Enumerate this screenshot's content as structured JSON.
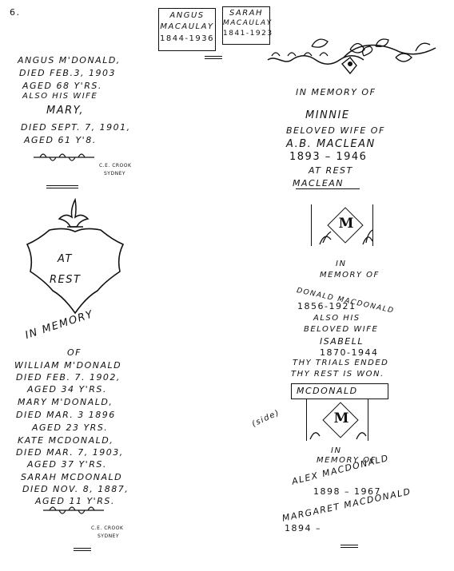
{
  "page_number": "6.",
  "top_plaques": {
    "left": {
      "line1": "Angus",
      "line2": "MacAulay",
      "line3": "1844-1936"
    },
    "right": {
      "line1": "Sarah",
      "line2": "MacAulay",
      "line3": "1841-1923"
    }
  },
  "stone_angus_mcdonald": {
    "lines": [
      "Angus M'Donald,",
      "Died Feb.3, 1903",
      "Aged 68 Y'rs.",
      "Also his wife",
      "Mary,",
      "Died Sept. 7, 1901,",
      "Aged 61 Y'8."
    ],
    "maker": [
      "C.E. Crook",
      "Sydney"
    ]
  },
  "shield": {
    "line1": "At",
    "line2": "Rest"
  },
  "stone_william_mcdonald": {
    "heading": "In Memory",
    "of": "of",
    "lines": [
      "William M'Donald",
      "Died Feb. 7. 1902,",
      "Aged 34 Y'rs.",
      "Mary M'Donald,",
      "Died Mar. 3 1896",
      "Aged 23 yrs.",
      "Kate McDonald,",
      "Died Mar. 7, 1903,",
      "Aged 37 Y'rs.",
      "Sarah McDonald",
      "Died Nov. 8, 1887,",
      "Aged 11 Y'rs."
    ],
    "maker": [
      "C.E. Crook",
      "Sydney"
    ]
  },
  "stone_minnie": {
    "lines": [
      "In Memory of",
      "Minnie",
      "Beloved wife of",
      "A.B. MacLean",
      "1893 – 1946",
      "At Rest",
      "MacLean"
    ]
  },
  "monogram": "M",
  "stone_donald": {
    "lines": [
      "In",
      "Memory of",
      "Donald MacDonald",
      "1856-1921",
      "Also his",
      "Beloved wife",
      "Isabell",
      "1870-1944",
      "Thy trials ended",
      "Thy rest is won."
    ],
    "name_plate": "McDonald"
  },
  "side_note": "(side)",
  "stone_alex": {
    "lines": [
      "In",
      "Memory of",
      "Alex MacDonald",
      "1898 – 1967",
      "Margaret MacDonald",
      "1894 –"
    ]
  }
}
